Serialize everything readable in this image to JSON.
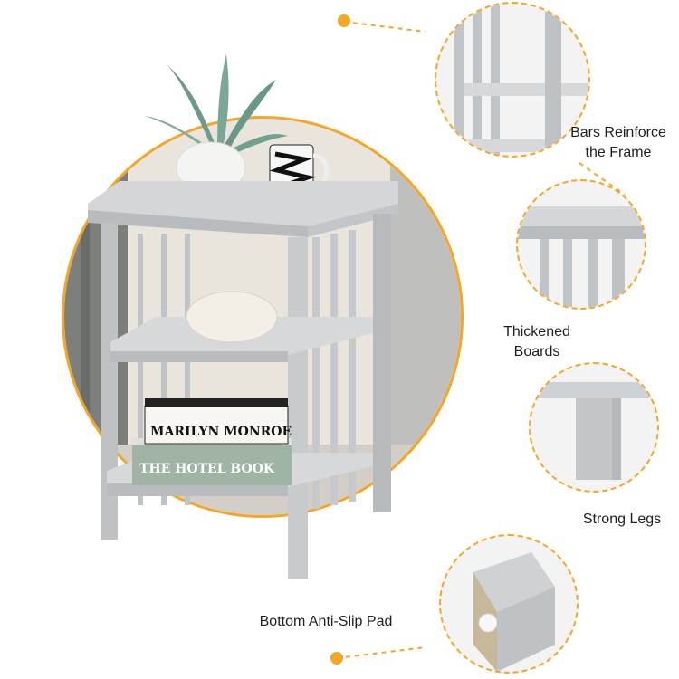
{
  "labels": {
    "bars_line1": "Bars Reinforce",
    "bars_line2": "the Frame",
    "boards_line1": "Thickened",
    "boards_line2": "Boards",
    "legs": "Strong Legs",
    "pad": "Bottom Anti-Slip Pad"
  },
  "books": {
    "top": "MARILYN MONROE",
    "bottom": "THE HOTEL BOOK"
  },
  "colors": {
    "accent": "#f5a623",
    "furniture": "#c9ccd0",
    "background": "#ffffff"
  }
}
